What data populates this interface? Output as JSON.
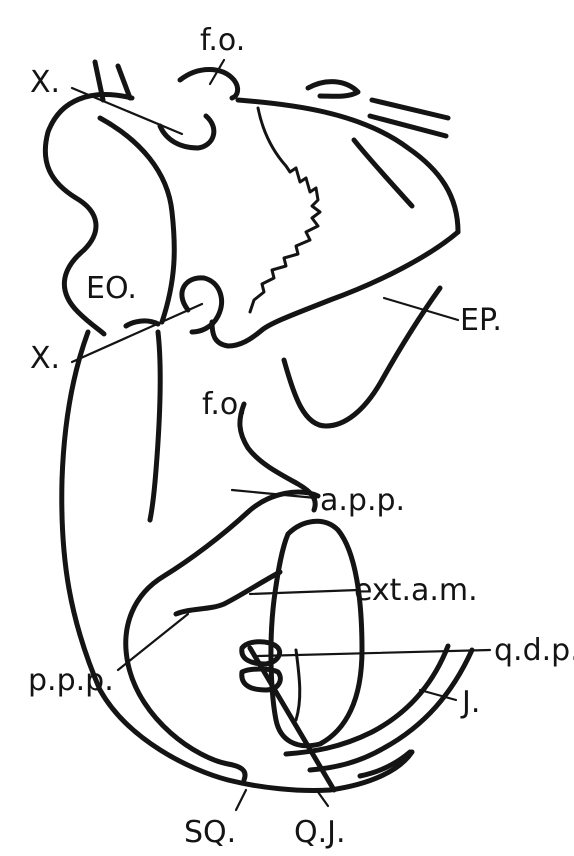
{
  "labels": {
    "fo_top": "f.o.",
    "x_top": "X.",
    "eo": "EO.",
    "x_mid": "X.",
    "ep": "EP.",
    "fo_mid": "f.o.",
    "app": "a.p.p.",
    "ext_am": "ext.a.m.",
    "ppp": "p.p.p.",
    "qdp": "q.d.p.",
    "j": "J.",
    "sq": "SQ.",
    "qj": "Q.J."
  },
  "colors": {
    "ink": "#141414",
    "paper": "#ffffff"
  }
}
